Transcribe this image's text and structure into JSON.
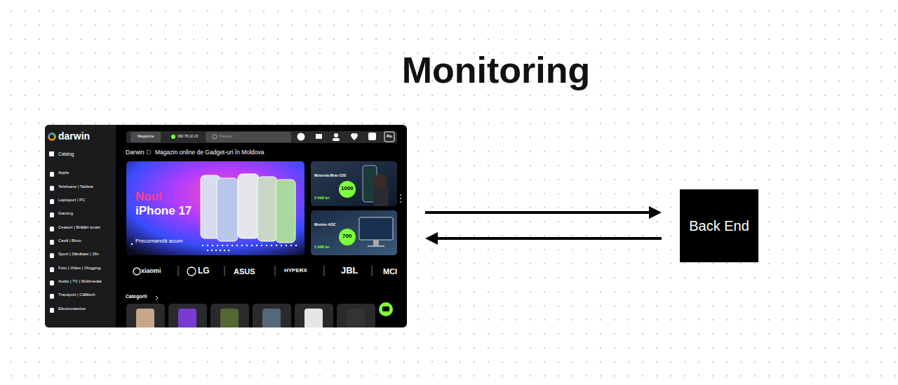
{
  "diagram": {
    "title": "Monitoring",
    "nodes": [
      {
        "text": [
          "darwin",
          "Catalog",
          "Apple",
          "Telefoane | Tablete",
          "Laptopuri | PC",
          "Gaming",
          "Ceasuri | Brățări smart",
          "Casă | Birou",
          "Sport | Sănătate | 18+",
          "Foto | Video | Vlogging",
          "Audio | TV | Multimedia",
          "Transport | Călătorii",
          "Electrocasnice",
          "Magazine",
          "060 78 22 23",
          "Căutare",
          "Ru",
          "Darwin",
          "Magazin online de Gadget-uri în Moldova",
          "Noul",
          "iPhone 17",
          "Precomandă acum",
          "Motorola Moto G55",
          "1000",
          "3 999 lei",
          "Monitor AOC",
          "700",
          "1 999 lei",
          "xiaomi",
          "LG",
          "ASUS",
          "HYPERX",
          "JBL",
          "MCI",
          "Categorii"
        ]
      },
      {
        "text": [
          "Back End"
        ]
      }
    ],
    "edges": [
      {
        "from": 0,
        "to": 1,
        "arrow": "to"
      },
      {
        "from": 1,
        "to": 0,
        "arrow": "to"
      }
    ]
  }
}
